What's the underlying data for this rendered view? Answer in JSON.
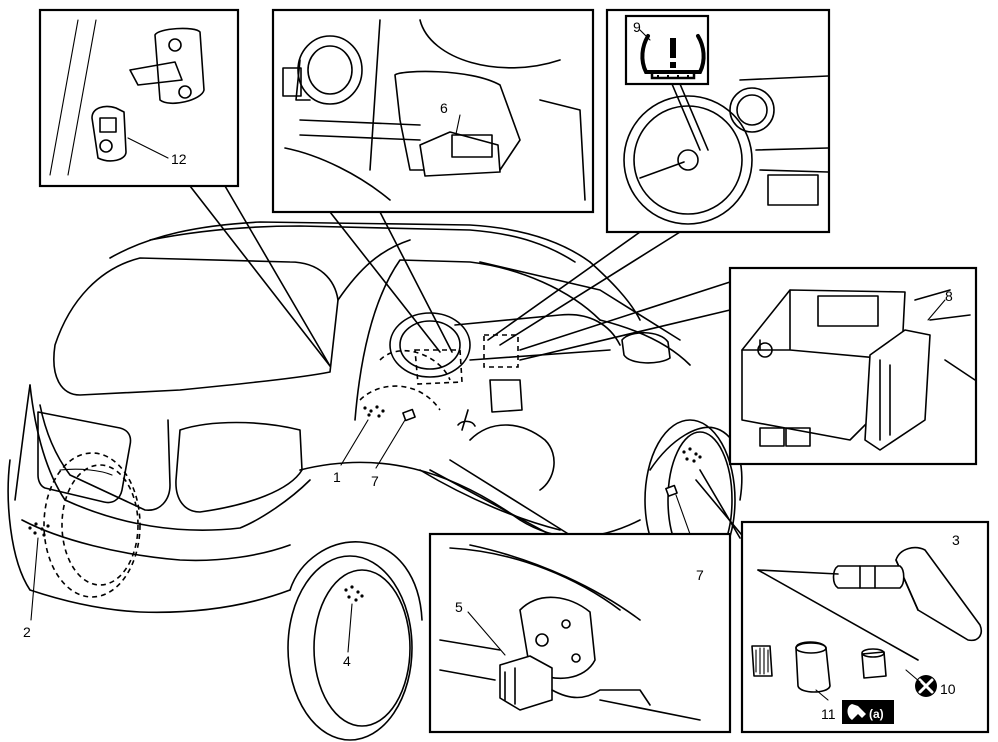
{
  "callouts": {
    "c1": "1",
    "c2": "2",
    "c3": "3",
    "c4": "4",
    "c5": "5",
    "c6": "6",
    "c7a": "7",
    "c7b": "7",
    "c8": "8",
    "c9": "9",
    "c10": "10",
    "c11": "11",
    "c12": "12"
  },
  "tool_mark": "(a)",
  "icons": {
    "tpms_warning": "tire-pressure-warning-icon",
    "do_not_reuse": "x-circle-icon",
    "wrench": "wrench-icon"
  }
}
